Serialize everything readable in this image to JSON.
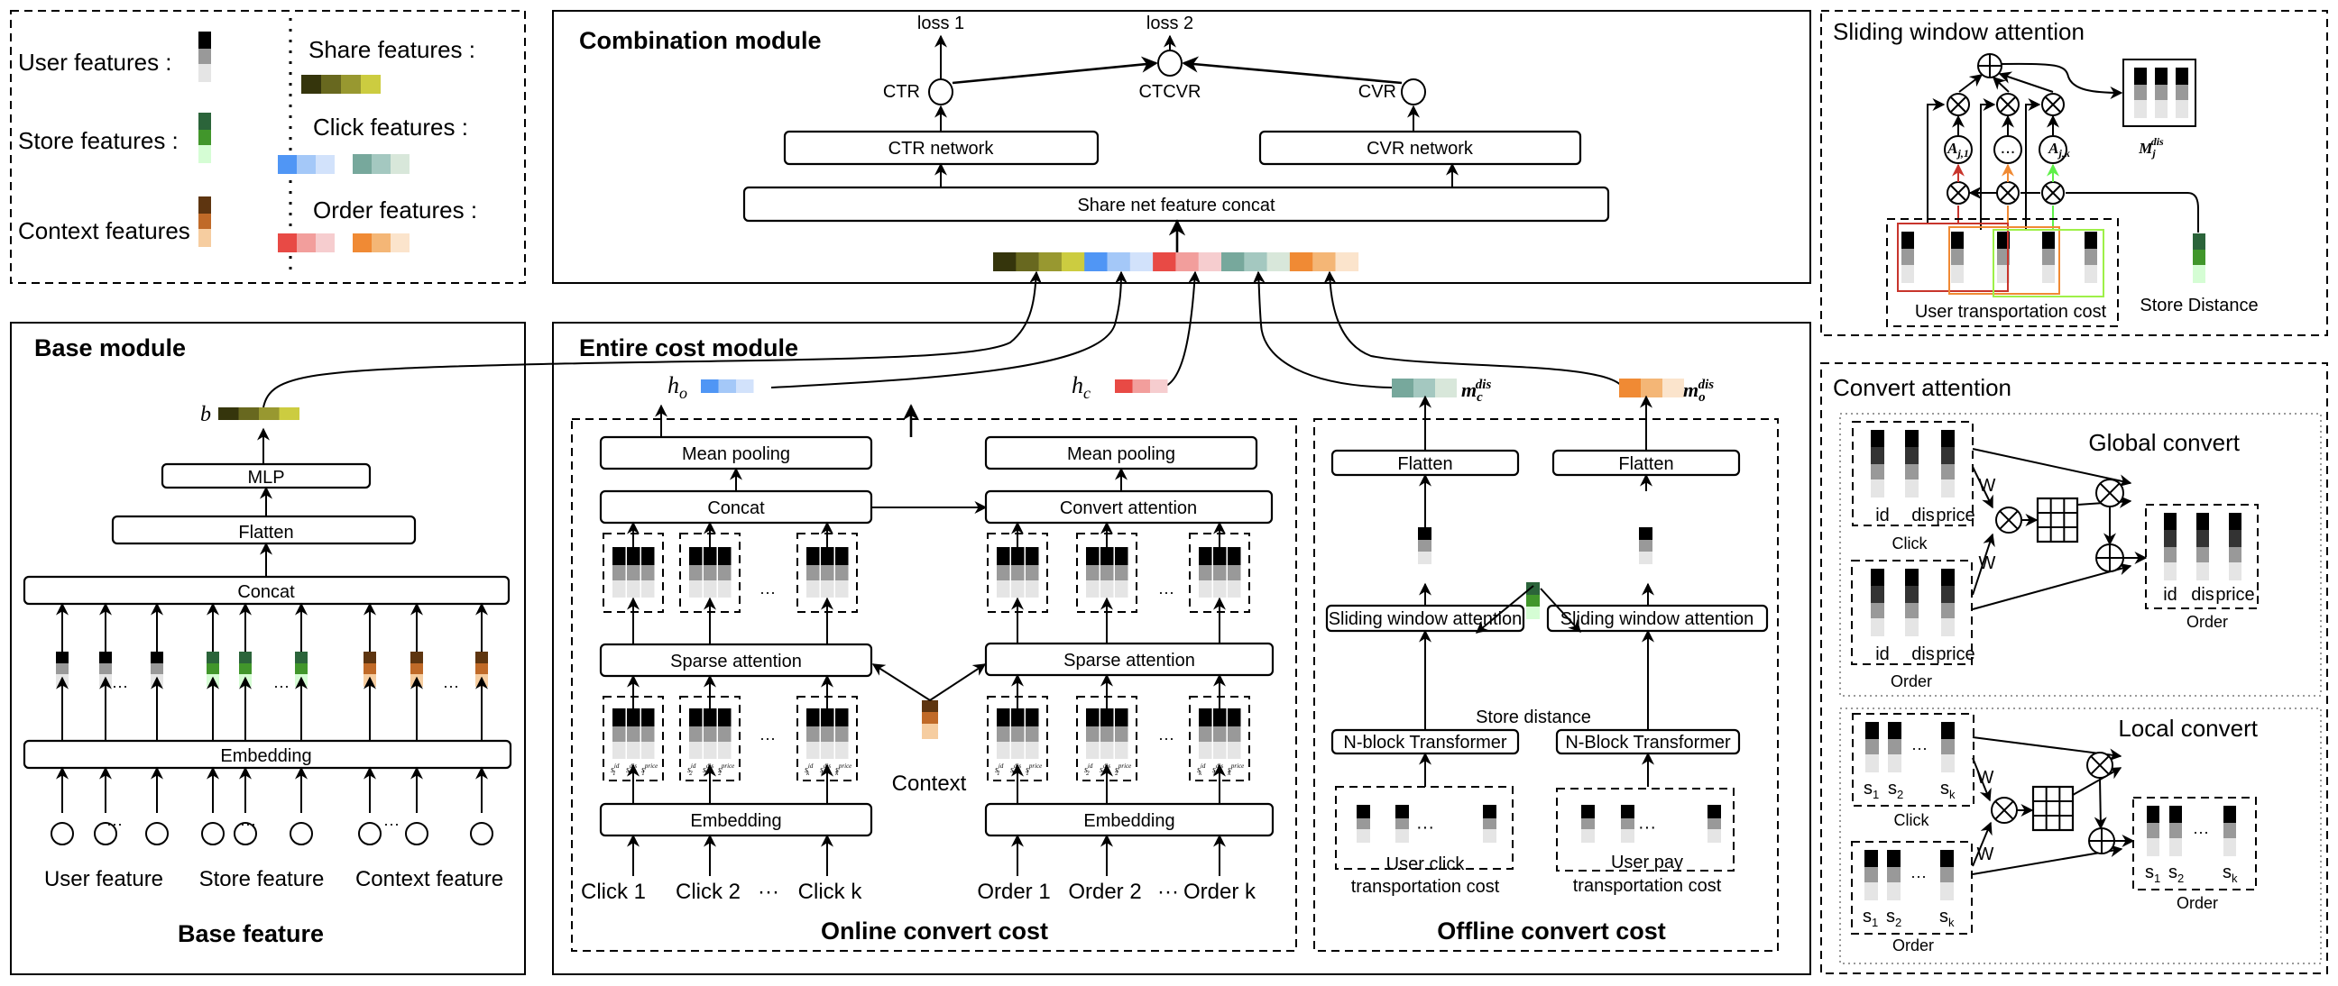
{
  "legend": {
    "user_label": "User features :",
    "store_label": "Store features :",
    "context_label": "Context features :",
    "share_label": "Share features :",
    "click_label": "Click features :",
    "order_label": "Order features :"
  },
  "colors": {
    "user": [
      "#000000",
      "#999999",
      "#e5e5e5"
    ],
    "user_dark": [
      "#000000",
      "#333333",
      "#999999",
      "#e5e5e5"
    ],
    "store": [
      "#2b643a",
      "#41962b",
      "#d5fdd4"
    ],
    "context": [
      "#5e3510",
      "#c06a28",
      "#f6cda0"
    ],
    "share": [
      "#35350c",
      "#68681f",
      "#989830",
      "#cccc40"
    ],
    "click_a": [
      "#5096f5",
      "#a4c8f8",
      "#d2e2fb"
    ],
    "click_b": [
      "#77a89c",
      "#a4c8c0",
      "#d8e7da"
    ],
    "order_a": [
      "#e84a45",
      "#f29e9c",
      "#f6cdcf"
    ],
    "order_b": [
      "#f08a34",
      "#f4b676",
      "#fbe4cc"
    ],
    "window_red": "#c8352c",
    "window_orange": "#f08a34",
    "window_green": "#9ef048",
    "arrow_green": "#5ef048"
  },
  "combination": {
    "title": "Combination module",
    "loss1": "loss 1",
    "loss2": "loss 2",
    "ctr": "CTR",
    "ctcvr": "CTCVR",
    "cvr": "CVR",
    "ctr_network": "CTR network",
    "cvr_network": "CVR network",
    "share_concat": "Share net feature concat"
  },
  "base": {
    "title": "Base module",
    "b_label": "b",
    "mlp": "MLP",
    "flatten": "Flatten",
    "concat": "Concat",
    "embedding": "Embedding",
    "ellipsis": "···",
    "user_feature": "User feature",
    "store_feature": "Store feature",
    "context_feature": "Context feature",
    "footer": "Base feature"
  },
  "entire": {
    "title": "Entire cost module",
    "h_o": "h",
    "h_o_sub": "o",
    "h_c": "h",
    "h_c_sub": "c",
    "m_c": "m",
    "m_c_sub": "c",
    "m_o": "m",
    "m_o_sub": "o",
    "m_sup": "dis"
  },
  "online": {
    "footer": "Online convert cost",
    "mean_pooling": "Mean pooling",
    "concat": "Concat",
    "convert_attention": "Convert attention",
    "sparse_attention": "Sparse attention",
    "embedding": "Embedding",
    "context": "Context",
    "ellipsis": "···",
    "clicks": [
      "Click 1",
      "Click 2",
      "···",
      "Click k"
    ],
    "orders": [
      "Order 1",
      "Order 2",
      "···",
      "Order k"
    ],
    "sub_labels": [
      [
        "1",
        "1",
        "1"
      ],
      [
        "2",
        "2",
        "2"
      ],
      [
        "k",
        "k",
        "k"
      ]
    ],
    "sup_labels": [
      "id",
      "dis",
      "price"
    ],
    "s": "s"
  },
  "offline": {
    "footer": "Offline convert cost",
    "flatten": "Flatten",
    "sliding": "Sliding window attention",
    "store_distance": "Store distance",
    "nblock_left": "N-block Transformer",
    "nblock_right": "N-Block Transformer",
    "user_click_l1": "User click",
    "user_click_l2": "transportation cost",
    "user_pay_l1": "User pay",
    "user_pay_l2": "transportation cost",
    "ellipsis": "···"
  },
  "sliding_panel": {
    "title": "Sliding window attention",
    "a_first": "A",
    "a_first_sub": "j,1",
    "a_mid": "...",
    "a_last": "A",
    "a_last_sub": "j,k",
    "m_label": "M",
    "m_sub": "j",
    "m_sup": "dis",
    "user_cost": "User transportation cost",
    "store_distance": "Store Distance"
  },
  "convert_panel": {
    "title": "Convert attention",
    "global_title": "Global convert",
    "local_title": "Local convert",
    "w": "W",
    "id": "id",
    "dis": "dis",
    "price": "price",
    "click": "Click",
    "order": "Order",
    "s": "s",
    "s1_sub": "1",
    "s2_sub": "2",
    "sk_sub": "k",
    "ellipsis": "···"
  }
}
